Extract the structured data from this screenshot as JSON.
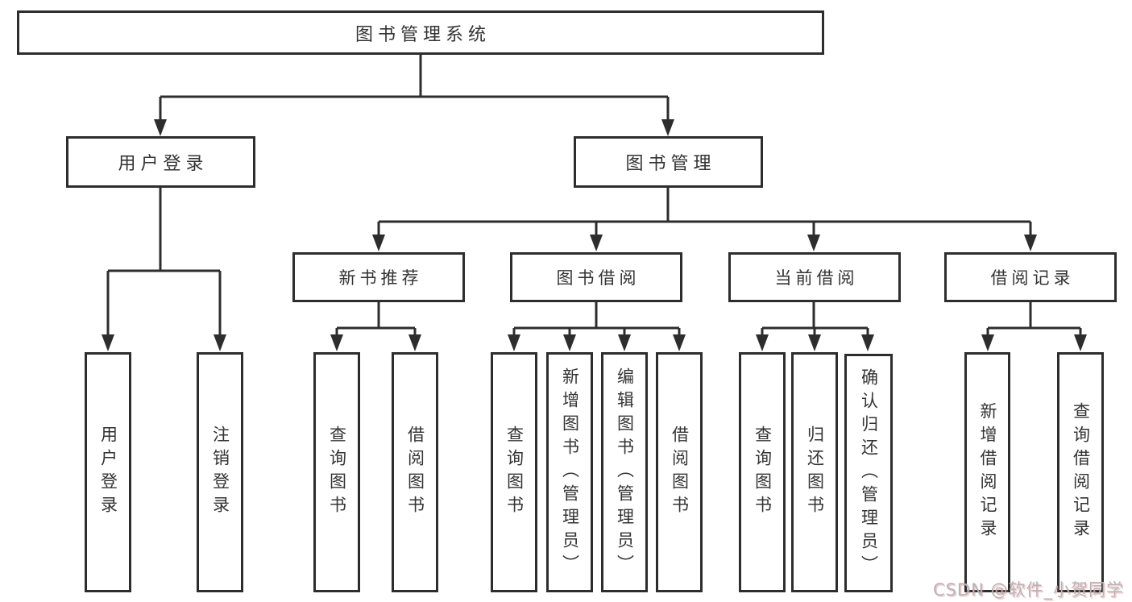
{
  "diagram": {
    "root": "图书管理系统",
    "user_login_branch": {
      "label": "用户登录",
      "children": [
        "用户登录",
        "注销登录"
      ]
    },
    "book_mgmt_branch": {
      "label": "图书管理",
      "sections": [
        {
          "label": "新书推荐",
          "children": [
            "查询图书",
            "借阅图书"
          ]
        },
        {
          "label": "图书借阅",
          "children": [
            "查询图书",
            "新增图书（管理员）",
            "编辑图书（管理员）",
            "借阅图书"
          ]
        },
        {
          "label": "当前借阅",
          "children": [
            "查询图书",
            "归还图书",
            "确认归还（管理员）"
          ]
        },
        {
          "label": "借阅记录",
          "children": [
            "新增借阅记录",
            "查询借阅记录"
          ]
        }
      ]
    },
    "line_color": "#2d2d2d"
  },
  "watermark": "CSDN @软件_小贺同学"
}
